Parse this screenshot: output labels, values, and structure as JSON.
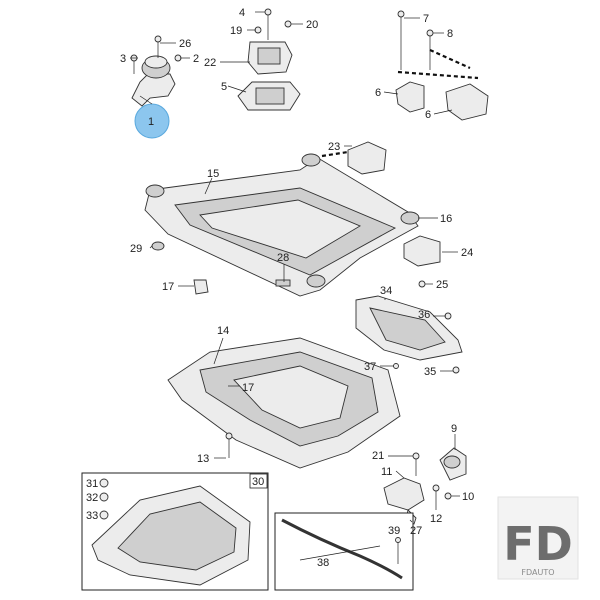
{
  "callouts": {
    "c1": "1",
    "c2": "2",
    "c3": "3",
    "c4": "4",
    "c5": "5",
    "c6a": "6",
    "c6b": "6",
    "c7": "7",
    "c8": "8",
    "c9": "9",
    "c10": "10",
    "c11": "11",
    "c12": "12",
    "c13": "13",
    "c14": "14",
    "c15": "15",
    "c16": "16",
    "c17a": "17",
    "c17b": "17",
    "c19": "19",
    "c20": "20",
    "c21": "21",
    "c22": "22",
    "c23": "23",
    "c24": "24",
    "c25": "25",
    "c26": "26",
    "c27": "27",
    "c28": "28",
    "c29": "29",
    "c30": "30",
    "c31": "31",
    "c32": "32",
    "c33": "33",
    "c34": "34",
    "c35": "35",
    "c36": "36",
    "c37": "37",
    "c38": "38",
    "c39": "39"
  },
  "watermark": {
    "logo": "FD",
    "caption": "FDAUTO"
  },
  "colors": {
    "highlight": "#8cc6ee",
    "highlight_stroke": "#5aa9de",
    "line": "#333333"
  }
}
